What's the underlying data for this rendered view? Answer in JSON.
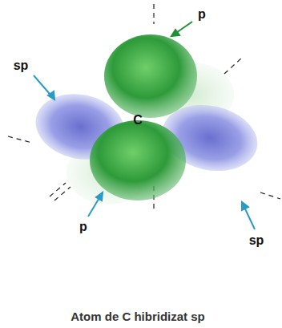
{
  "diagram": {
    "caption": "Atom de C hibridizat sp",
    "labels": [
      "p",
      "sp",
      "C",
      "p",
      "sp"
    ]
  }
}
